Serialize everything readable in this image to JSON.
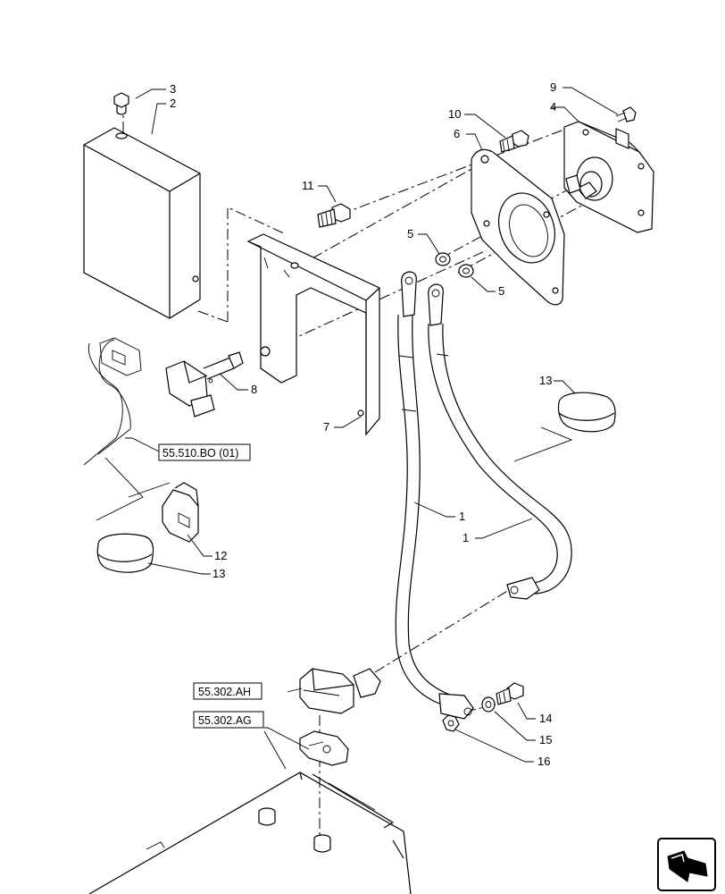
{
  "callouts": {
    "c1a": "1",
    "c1b": "1",
    "c2": "2",
    "c3": "3",
    "c4": "4",
    "c5a": "5",
    "c5b": "5",
    "c6": "6",
    "c7": "7",
    "c8": "8",
    "c9": "9",
    "c10": "10",
    "c11": "11",
    "c12": "12",
    "c13a": "13",
    "c13b": "13",
    "c14": "14",
    "c15": "15",
    "c16": "16"
  },
  "references": {
    "ref_bo": "55.510.BO (01)",
    "ref_ah": "55.302.AH",
    "ref_ag": "55.302.AG"
  },
  "icons": {
    "nav": "arrow-navigation-icon"
  }
}
